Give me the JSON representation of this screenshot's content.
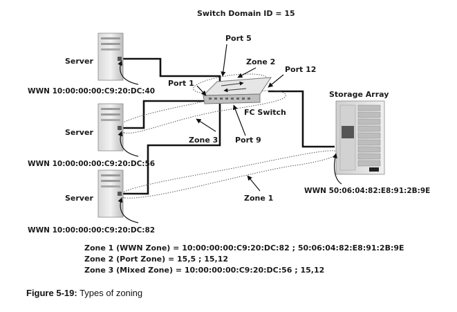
{
  "title": "Switch Domain ID = 15",
  "servers": [
    {
      "label": "Server",
      "wwn": "WWN 10:00:00:00:C9:20:DC:40"
    },
    {
      "label": "Server",
      "wwn": "WWN 10:00:00:00:C9:20:DC:56"
    },
    {
      "label": "Server",
      "wwn": "WWN 10:00:00:00:C9:20:DC:82"
    }
  ],
  "switch": {
    "label": "FC Switch"
  },
  "storage": {
    "label": "Storage Array",
    "wwn": "WWN 50:06:04:82:E8:91:2B:9E"
  },
  "ports": {
    "p1": "Port 1",
    "p5": "Port 5",
    "p9": "Port 9",
    "p12": "Port 12"
  },
  "zones": {
    "z1": "Zone 1",
    "z2": "Zone 2",
    "z3": "Zone 3"
  },
  "legend": [
    "Zone 1 (WWN Zone) = 10:00:00:00:C9:20:DC:82 ; 50:06:04:82:E8:91:2B:9E",
    "Zone 2 (Port Zone) = 15,5 ; 15,12",
    "Zone 3 (Mixed Zone) = 10:00:00:00:C9:20:DC:56 ; 15,12"
  ],
  "caption": {
    "bold": "Figure 5-19:",
    "text": "Types of zoning"
  }
}
